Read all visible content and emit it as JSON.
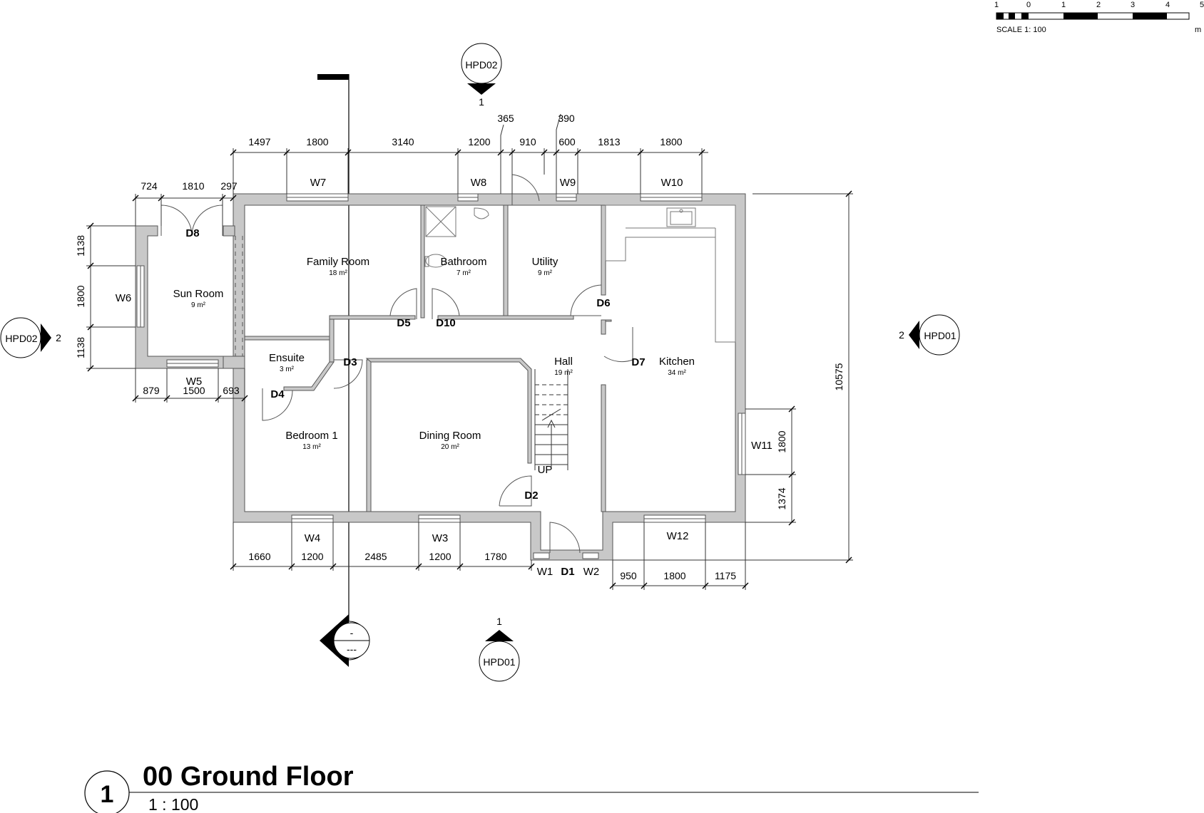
{
  "scale_bar": {
    "ticks": [
      "1",
      "0",
      "1",
      "2",
      "3",
      "4",
      "5"
    ],
    "label": "SCALE 1:  100",
    "unit": "m"
  },
  "rooms": {
    "family_room": {
      "name": "Family Room",
      "area": "18 m²"
    },
    "bathroom": {
      "name": "Bathroom",
      "area": "7 m²"
    },
    "utility": {
      "name": "Utility",
      "area": "9 m²"
    },
    "sun_room": {
      "name": "Sun Room",
      "area": "9 m²"
    },
    "ensuite": {
      "name": "Ensuite",
      "area": "3 m²"
    },
    "hall": {
      "name": "Hall",
      "area": "19 m²"
    },
    "kitchen": {
      "name": "Kitchen",
      "area": "34 m²"
    },
    "bedroom_1": {
      "name": "Bedroom 1",
      "area": "13 m²"
    },
    "dining_room": {
      "name": "Dining Room",
      "area": "20 m²"
    }
  },
  "doors": {
    "d1": "D1",
    "d2": "D2",
    "d3": "D3",
    "d4": "D4",
    "d5": "D5",
    "d6": "D6",
    "d7": "D7",
    "d8": "D8",
    "d10": "D10"
  },
  "windows": {
    "w1": "W1",
    "w2": "W2",
    "w3": "W3",
    "w4": "W4",
    "w5": "W5",
    "w6": "W6",
    "w7": "W7",
    "w8": "W8",
    "w9": "W9",
    "w10": "W10",
    "w11": "W11",
    "w12": "W12"
  },
  "stair_label": "UP",
  "dimensions": {
    "top": [
      "1497",
      "1800",
      "3140",
      "1200",
      "910",
      "600",
      "1813",
      "1800"
    ],
    "top_small": [
      "365",
      "390"
    ],
    "sunroom_top": [
      "724",
      "1810",
      "297"
    ],
    "sunroom_bottom": [
      "879",
      "1500",
      "693"
    ],
    "left": [
      "1138",
      "1800",
      "1138"
    ],
    "bottom": [
      "1660",
      "1200",
      "2485",
      "1200",
      "1780"
    ],
    "bottom_right": [
      "950",
      "1800",
      "1175"
    ],
    "right_overall": "10575",
    "right_window": [
      "1800",
      "1374"
    ]
  },
  "markers": {
    "hpd02_top": {
      "label": "HPD02",
      "num": "1"
    },
    "hpd02_left": {
      "label": "HPD02",
      "num": "2"
    },
    "hpd01_right": {
      "label": "HPD01",
      "num": "2"
    },
    "hpd01_bottom": {
      "label": "HPD01",
      "num": "1"
    },
    "section": {
      "top": "-",
      "bottom": "---"
    }
  },
  "title": {
    "number": "1",
    "name": "00 Ground Floor",
    "scale": "1 : 100"
  }
}
